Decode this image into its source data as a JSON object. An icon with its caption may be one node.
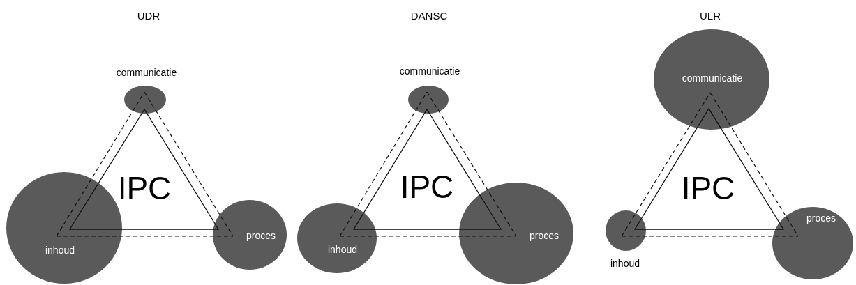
{
  "diagram": {
    "nodes": [
      {
        "text": [
          "communicatie"
        ]
      },
      {
        "text": [
          "IPC"
        ]
      },
      {
        "text": [
          "inhoud"
        ]
      },
      {
        "text": [
          "proces"
        ]
      },
      {
        "text": [
          "communicatie"
        ]
      },
      {
        "text": [
          "IPC"
        ]
      },
      {
        "text": [
          "inhoud"
        ]
      },
      {
        "text": [
          "proces"
        ]
      },
      {
        "text": [
          "communicatie"
        ]
      },
      {
        "text": [
          "IPC"
        ]
      },
      {
        "text": [
          "inhoud"
        ]
      },
      {
        "text": [
          "proces"
        ]
      }
    ],
    "edges": [
      {
        "from": 2,
        "to": 0,
        "arrow": "none",
        "style": "dashed"
      },
      {
        "from": 0,
        "to": 3,
        "arrow": "none",
        "style": "dashed"
      },
      {
        "from": 2,
        "to": 3,
        "arrow": "none",
        "style": "dashed"
      },
      {
        "from": 6,
        "to": 4,
        "arrow": "none",
        "style": "dashed"
      },
      {
        "from": 4,
        "to": 7,
        "arrow": "none",
        "style": "dashed"
      },
      {
        "from": 6,
        "to": 7,
        "arrow": "none",
        "style": "dashed"
      },
      {
        "from": 10,
        "to": 8,
        "arrow": "none",
        "style": "dashed"
      },
      {
        "from": 8,
        "to": 11,
        "arrow": "none",
        "style": "dashed"
      },
      {
        "from": 10,
        "to": 11,
        "arrow": "none",
        "style": "dashed"
      }
    ],
    "labels": [
      "UDR",
      "DANSC",
      "ULR"
    ]
  }
}
